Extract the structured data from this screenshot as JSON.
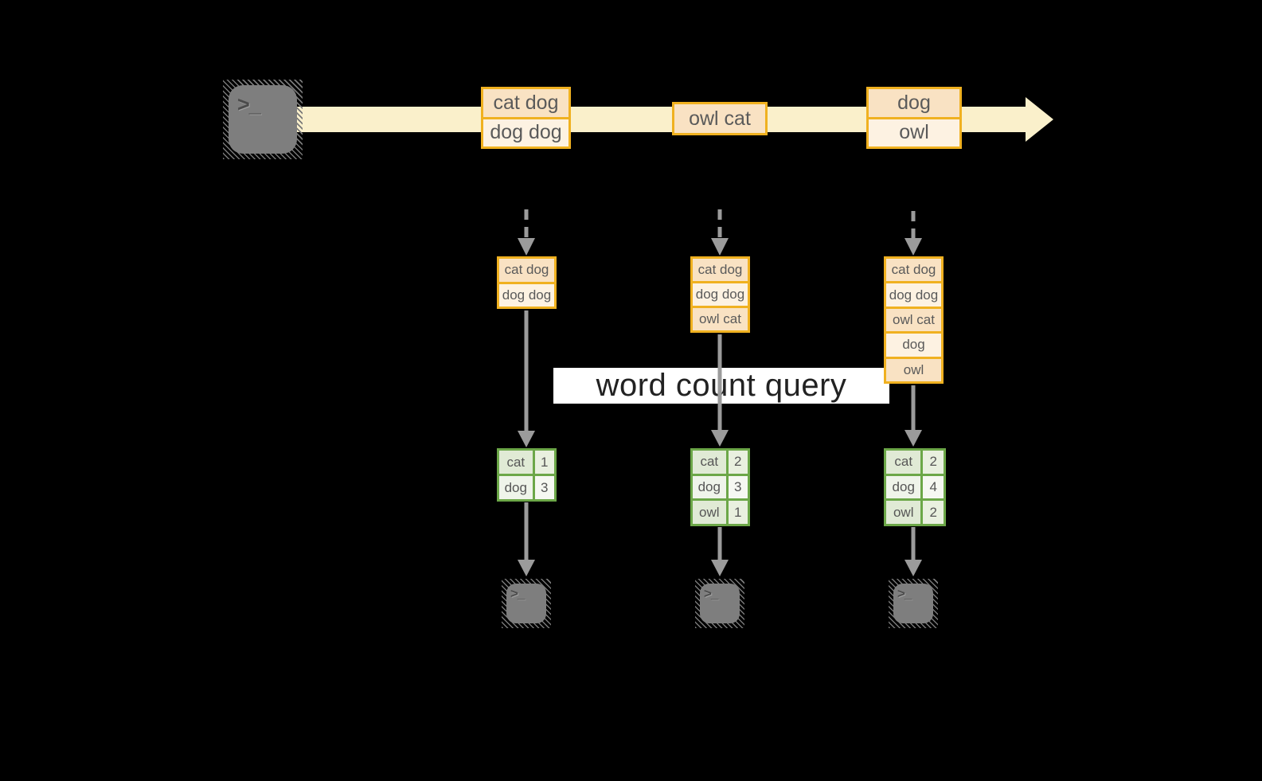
{
  "query_label": "word count query",
  "icons": {
    "terminal_prompt": ">_"
  },
  "stream": {
    "events": [
      {
        "lines": [
          "cat dog",
          "dog dog"
        ]
      },
      {
        "lines": [
          "owl cat"
        ]
      },
      {
        "lines": [
          "dog",
          "owl"
        ]
      }
    ]
  },
  "batches": [
    {
      "lines": [
        "cat dog",
        "dog dog"
      ]
    },
    {
      "lines": [
        "cat dog",
        "dog dog",
        "owl cat"
      ]
    },
    {
      "lines": [
        "cat dog",
        "dog dog",
        "owl cat",
        "dog",
        "owl"
      ]
    }
  ],
  "results": [
    {
      "rows": [
        {
          "word": "cat",
          "count": "1"
        },
        {
          "word": "dog",
          "count": "3"
        }
      ]
    },
    {
      "rows": [
        {
          "word": "cat",
          "count": "2"
        },
        {
          "word": "dog",
          "count": "3"
        },
        {
          "word": "owl",
          "count": "1"
        }
      ]
    },
    {
      "rows": [
        {
          "word": "cat",
          "count": "2"
        },
        {
          "word": "dog",
          "count": "4"
        },
        {
          "word": "owl",
          "count": "2"
        }
      ]
    }
  ],
  "colors": {
    "cream": "#faf0cb",
    "gold": "#f0b120",
    "peach-dark": "#f9e2c3",
    "peach-light": "#fdf2e2",
    "green": "#6ca748",
    "arrow-gray": "#9b9b9b"
  }
}
